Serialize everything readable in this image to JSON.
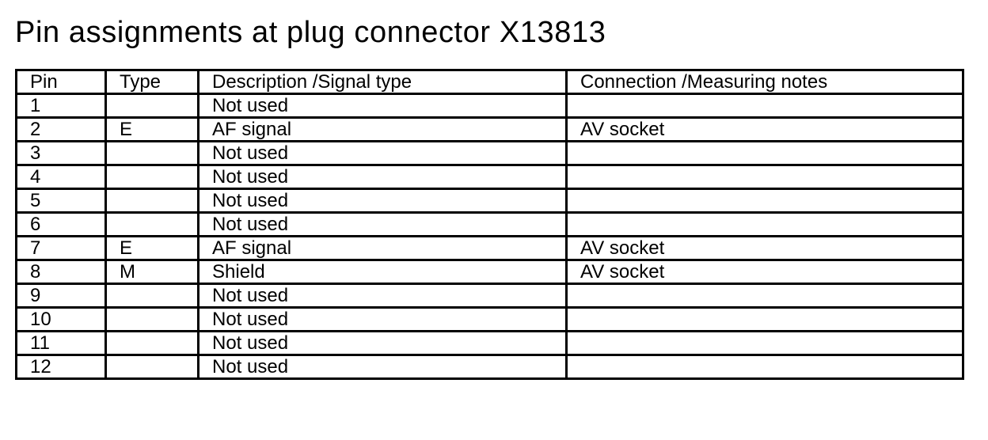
{
  "title": "Pin assignments at plug connector X13813",
  "table": {
    "headers": [
      "Pin",
      "Type",
      "Description /Signal type",
      "Connection /Measuring notes"
    ],
    "rows": [
      {
        "pin": "1",
        "type": "",
        "description": "Not used",
        "connection": ""
      },
      {
        "pin": "2",
        "type": "E",
        "description": "AF signal",
        "connection": "AV socket"
      },
      {
        "pin": "3",
        "type": "",
        "description": "Not used",
        "connection": ""
      },
      {
        "pin": "4",
        "type": "",
        "description": "Not used",
        "connection": ""
      },
      {
        "pin": "5",
        "type": "",
        "description": "Not used",
        "connection": ""
      },
      {
        "pin": "6",
        "type": "",
        "description": "Not used",
        "connection": ""
      },
      {
        "pin": "7",
        "type": "E",
        "description": "AF signal",
        "connection": "AV socket"
      },
      {
        "pin": "8",
        "type": "M",
        "description": "Shield",
        "connection": "AV socket"
      },
      {
        "pin": "9",
        "type": "",
        "description": "Not used",
        "connection": ""
      },
      {
        "pin": "10",
        "type": "",
        "description": "Not used",
        "connection": ""
      },
      {
        "pin": "11",
        "type": "",
        "description": "Not used",
        "connection": ""
      },
      {
        "pin": "12",
        "type": "",
        "description": "Not used",
        "connection": ""
      }
    ]
  }
}
